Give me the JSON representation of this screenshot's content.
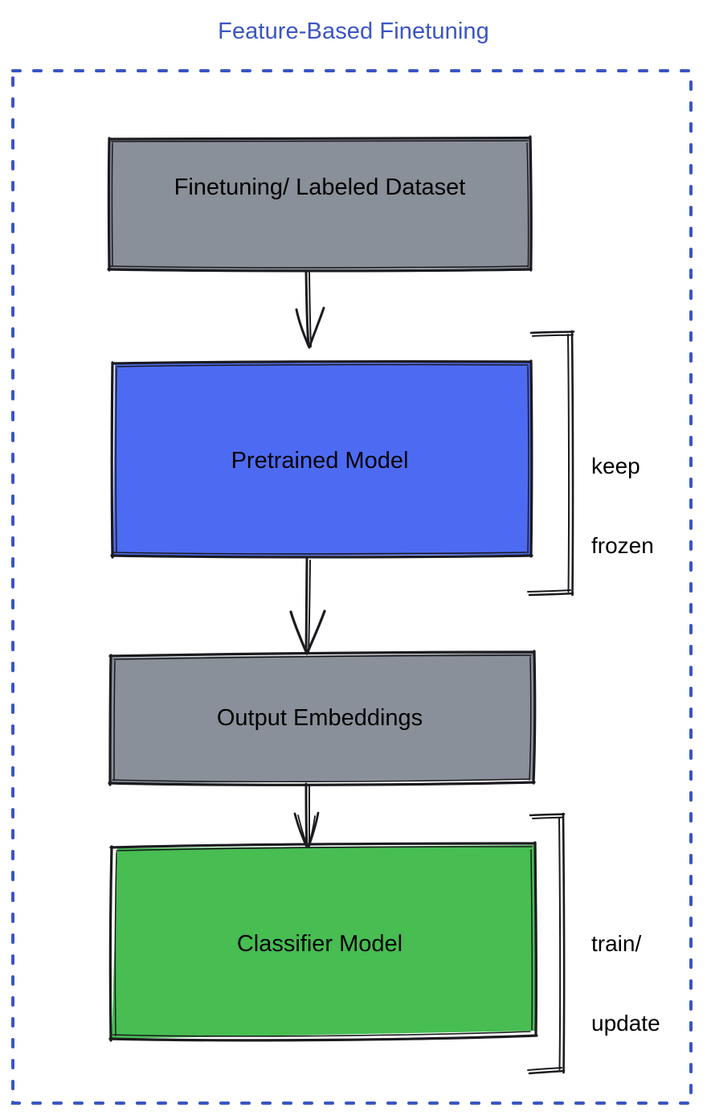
{
  "diagram": {
    "title": "Feature-Based Finetuning",
    "title_color": "#3a55c4",
    "frame": {
      "name": "dashed-frame",
      "style": "dashed",
      "color": "#3a55c4"
    },
    "nodes": [
      {
        "id": "finetuning-dataset",
        "label": "Finetuning/ Labeled Dataset",
        "fill": "#8a9099",
        "stroke": "#1b1b1f",
        "shape": "rectangle"
      },
      {
        "id": "pretrained-model",
        "label": "Pretrained Model",
        "fill": "#4d6bf2",
        "stroke": "#1b1b1f",
        "shape": "rectangle"
      },
      {
        "id": "output-embeddings",
        "label": "Output Embeddings",
        "fill": "#8a9099",
        "stroke": "#1b1b1f",
        "shape": "rectangle"
      },
      {
        "id": "classifier-model",
        "label": "Classifier Model",
        "fill": "#47bd52",
        "stroke": "#1b1b1f",
        "shape": "rectangle"
      }
    ],
    "edges": [
      {
        "id": "edge-dataset-to-pretrained",
        "from": "finetuning-dataset",
        "to": "pretrained-model",
        "type": "arrow"
      },
      {
        "id": "edge-pretrained-to-embeddings",
        "from": "pretrained-model",
        "to": "output-embeddings",
        "type": "arrow"
      },
      {
        "id": "edge-embeddings-to-classifier",
        "from": "output-embeddings",
        "to": "classifier-model",
        "type": "arrow"
      }
    ],
    "annotations": [
      {
        "id": "keep-frozen",
        "lines": [
          "keep",
          "frozen"
        ],
        "text": "keep frozen",
        "line1": "keep",
        "line2": "frozen",
        "target": "pretrained-model",
        "bracket": "right"
      },
      {
        "id": "train-update",
        "lines": [
          "train/",
          "update"
        ],
        "text": "train/ update",
        "line1": "train/",
        "line2": "update",
        "target": "classifier-model",
        "bracket": "right"
      }
    ]
  }
}
